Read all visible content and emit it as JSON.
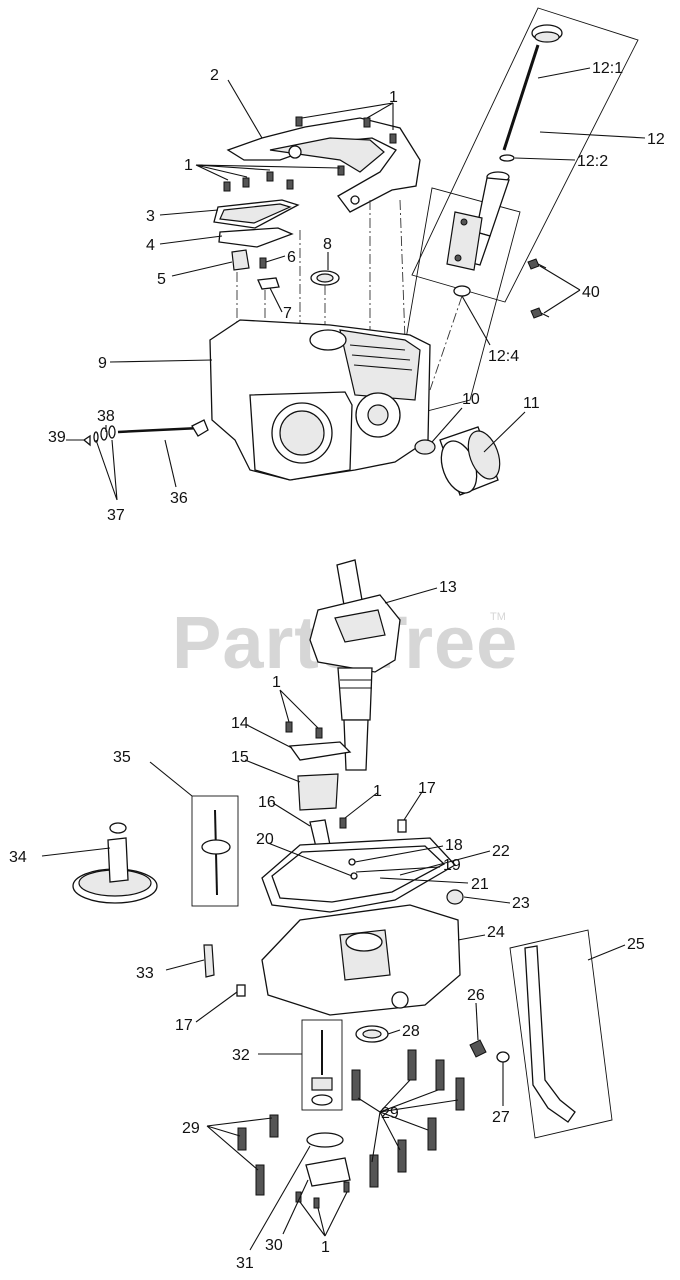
{
  "watermark": {
    "text": "PartsTree",
    "trademark": "TM"
  },
  "callouts": [
    {
      "id": "c-1a",
      "text": "1"
    },
    {
      "id": "c-2",
      "text": "2"
    },
    {
      "id": "c-1b",
      "text": "1"
    },
    {
      "id": "c-3",
      "text": "3"
    },
    {
      "id": "c-4",
      "text": "4"
    },
    {
      "id": "c-5",
      "text": "5"
    },
    {
      "id": "c-6",
      "text": "6"
    },
    {
      "id": "c-7",
      "text": "7"
    },
    {
      "id": "c-8",
      "text": "8"
    },
    {
      "id": "c-9",
      "text": "9"
    },
    {
      "id": "c-10",
      "text": "10"
    },
    {
      "id": "c-11",
      "text": "11"
    },
    {
      "id": "c-12-1",
      "text": "12:1"
    },
    {
      "id": "c-12",
      "text": "12"
    },
    {
      "id": "c-12-2",
      "text": "12:2"
    },
    {
      "id": "c-12-4",
      "text": "12:4"
    },
    {
      "id": "c-40",
      "text": "40"
    },
    {
      "id": "c-39",
      "text": "39"
    },
    {
      "id": "c-38",
      "text": "38"
    },
    {
      "id": "c-37",
      "text": "37"
    },
    {
      "id": "c-36",
      "text": "36"
    },
    {
      "id": "c-13",
      "text": "13"
    },
    {
      "id": "c-1c",
      "text": "1"
    },
    {
      "id": "c-14",
      "text": "14"
    },
    {
      "id": "c-15",
      "text": "15"
    },
    {
      "id": "c-35",
      "text": "35"
    },
    {
      "id": "c-16",
      "text": "16"
    },
    {
      "id": "c-1d",
      "text": "1"
    },
    {
      "id": "c-17a",
      "text": "17"
    },
    {
      "id": "c-18",
      "text": "18"
    },
    {
      "id": "c-19",
      "text": "19"
    },
    {
      "id": "c-20",
      "text": "20"
    },
    {
      "id": "c-22",
      "text": "22"
    },
    {
      "id": "c-21",
      "text": "21"
    },
    {
      "id": "c-34",
      "text": "34"
    },
    {
      "id": "c-23",
      "text": "23"
    },
    {
      "id": "c-24",
      "text": "24"
    },
    {
      "id": "c-25",
      "text": "25"
    },
    {
      "id": "c-33",
      "text": "33"
    },
    {
      "id": "c-17b",
      "text": "17"
    },
    {
      "id": "c-26",
      "text": "26"
    },
    {
      "id": "c-28",
      "text": "28"
    },
    {
      "id": "c-32",
      "text": "32"
    },
    {
      "id": "c-29a",
      "text": "29"
    },
    {
      "id": "c-29b",
      "text": "29"
    },
    {
      "id": "c-27",
      "text": "27"
    },
    {
      "id": "c-30",
      "text": "30"
    },
    {
      "id": "c-1e",
      "text": "1"
    },
    {
      "id": "c-31",
      "text": "31"
    }
  ]
}
